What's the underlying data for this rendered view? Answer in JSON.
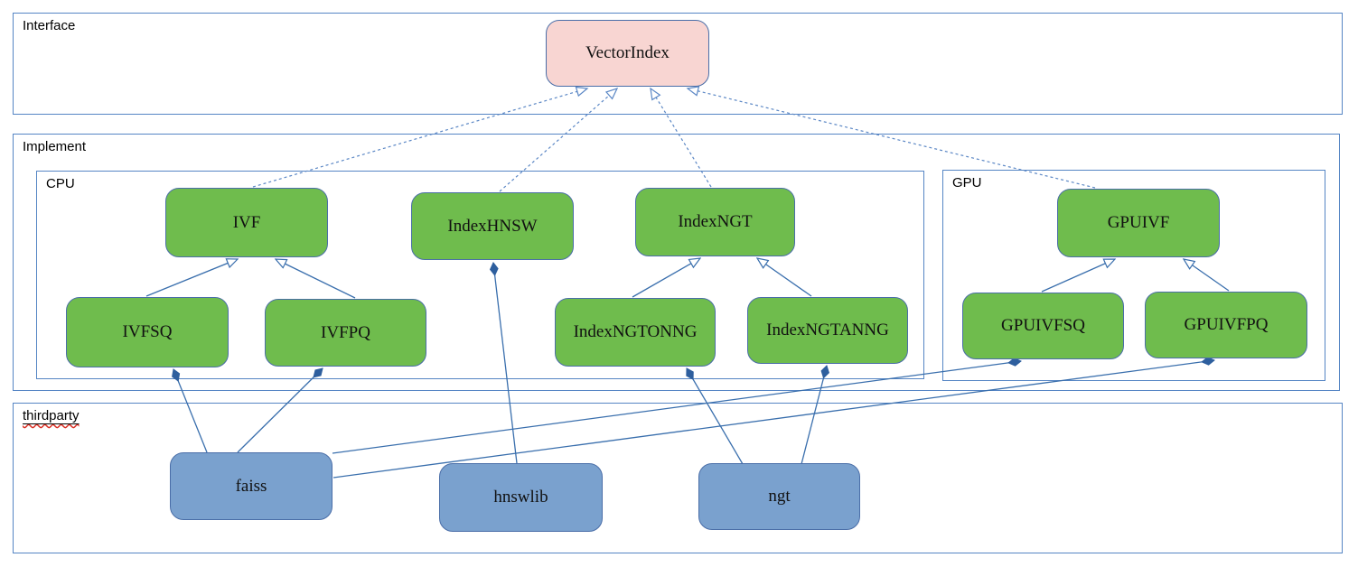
{
  "diagram": {
    "containers": [
      {
        "id": "interface",
        "label": "Interface"
      },
      {
        "id": "implement",
        "label": "Implement"
      },
      {
        "id": "cpu",
        "label": "CPU"
      },
      {
        "id": "gpu",
        "label": "GPU"
      },
      {
        "id": "thirdparty",
        "label": "thirdparty"
      }
    ],
    "nodes": [
      {
        "id": "vectorindex",
        "label": "VectorIndex",
        "kind": "interface"
      },
      {
        "id": "ivf",
        "label": "IVF",
        "kind": "implement"
      },
      {
        "id": "indexhnsw",
        "label": "IndexHNSW",
        "kind": "implement"
      },
      {
        "id": "indexngt",
        "label": "IndexNGT",
        "kind": "implement"
      },
      {
        "id": "ivfsq",
        "label": "IVFSQ",
        "kind": "implement"
      },
      {
        "id": "ivfpq",
        "label": "IVFPQ",
        "kind": "implement"
      },
      {
        "id": "indexngtonng",
        "label": "IndexNGTONNG",
        "kind": "implement"
      },
      {
        "id": "indexngtanng",
        "label": "IndexNGTANNG",
        "kind": "implement"
      },
      {
        "id": "gpuivf",
        "label": "GPUIVF",
        "kind": "implement"
      },
      {
        "id": "gpuivfsq",
        "label": "GPUIVFSQ",
        "kind": "implement"
      },
      {
        "id": "gpuivfpq",
        "label": "GPUIVFPQ",
        "kind": "implement"
      },
      {
        "id": "faiss",
        "label": "faiss",
        "kind": "thirdparty"
      },
      {
        "id": "hnswlib",
        "label": "hnswlib",
        "kind": "thirdparty"
      },
      {
        "id": "ngt",
        "label": "ngt",
        "kind": "thirdparty"
      }
    ],
    "edges": [
      {
        "from": "ivf",
        "to": "vectorindex",
        "type": "realization"
      },
      {
        "from": "indexhnsw",
        "to": "vectorindex",
        "type": "realization"
      },
      {
        "from": "indexngt",
        "to": "vectorindex",
        "type": "realization"
      },
      {
        "from": "gpuivf",
        "to": "vectorindex",
        "type": "realization"
      },
      {
        "from": "ivfsq",
        "to": "ivf",
        "type": "generalization"
      },
      {
        "from": "ivfpq",
        "to": "ivf",
        "type": "generalization"
      },
      {
        "from": "indexngtonng",
        "to": "indexngt",
        "type": "generalization"
      },
      {
        "from": "indexngtanng",
        "to": "indexngt",
        "type": "generalization"
      },
      {
        "from": "gpuivfsq",
        "to": "gpuivf",
        "type": "generalization"
      },
      {
        "from": "gpuivfpq",
        "to": "gpuivf",
        "type": "generalization"
      },
      {
        "from": "faiss",
        "to": "ivfsq",
        "type": "composition"
      },
      {
        "from": "faiss",
        "to": "ivfpq",
        "type": "composition"
      },
      {
        "from": "faiss",
        "to": "gpuivfsq",
        "type": "composition"
      },
      {
        "from": "faiss",
        "to": "gpuivfpq",
        "type": "composition"
      },
      {
        "from": "hnswlib",
        "to": "indexhnsw",
        "type": "composition"
      },
      {
        "from": "ngt",
        "to": "indexngtonng",
        "type": "composition"
      },
      {
        "from": "ngt",
        "to": "indexngtanng",
        "type": "composition"
      }
    ],
    "colors": {
      "interface_fill": "#f8d5d2",
      "implement_fill": "#6fbc4d",
      "thirdparty_fill": "#7aa1ce",
      "node_border": "#4a6ea8",
      "container_border": "#5585c4",
      "edge_solid": "#3a6fad",
      "edge_dashed": "#5b87c5",
      "spellcheck_underline": "#d93025"
    }
  }
}
